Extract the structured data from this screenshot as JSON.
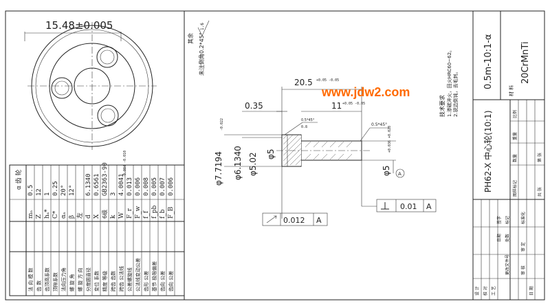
{
  "left_view": {
    "top_dimension": "15.48±0.005"
  },
  "params_table": {
    "title": "α 齿 轮",
    "rows": [
      {
        "name": "法 向 模 数",
        "symbol": "mₙ",
        "value": "0.5"
      },
      {
        "name": "齿 数",
        "symbol": "Z",
        "value": "12"
      },
      {
        "name": "齿顶高系数",
        "symbol": "hₐ*",
        "value": "1"
      },
      {
        "name": "顶隙系数",
        "symbol": "C*",
        "value": "0.25"
      },
      {
        "name": "法向压力角",
        "symbol": "αₙ",
        "value": "20°"
      },
      {
        "name": "螺 旋 角",
        "symbol": "β",
        "value": "12°"
      },
      {
        "name": "螺 旋 方 向",
        "symbol": "左",
        "value": ""
      },
      {
        "name": "分度圆直径",
        "symbol": "d",
        "value": "6.1340"
      },
      {
        "name": "变位 系数",
        "symbol": "X",
        "value": "0.6561"
      },
      {
        "name": "精度 等级",
        "symbol": "6级",
        "value": "GB2363-90"
      },
      {
        "name": "跨齿 齿数",
        "symbol": "k",
        "value": "3"
      },
      {
        "name": "跨齿 公法线",
        "symbol": "W",
        "value": "4.0041"
      },
      {
        "name": "公差螺旋线",
        "symbol": "F_r",
        "value": "0.013"
      },
      {
        "name": "公法线变动公差",
        "symbol": "F_w",
        "value": "0.006"
      },
      {
        "name": "齿形 公差",
        "symbol": "f_f",
        "value": "0.008"
      },
      {
        "name": "基节 极限偏差",
        "symbol": "f_pb",
        "value": "0.005"
      },
      {
        "name": "齿向 公差",
        "symbol": "f_b",
        "value": "0.007"
      },
      {
        "name": "齿向 公差",
        "symbol": "F_B",
        "value": "0.006"
      }
    ],
    "w_tolerance": "-0.004 -0.010"
  },
  "drawing": {
    "roughness_note": "其余",
    "roughness_value": "1.6",
    "chamfer_note": "未注倒角0.2*45°",
    "dim_length": "20.5",
    "dim_length_tol": "+0.05 -0.05",
    "dim_offset": "0.35",
    "dim_inner_length": "11",
    "dim_inner_tol": "+0.05 -0.05",
    "chamfer_small": "0.5*45°",
    "chamfer_small_sub": "0.8",
    "chamfer_right": "0.5*45°",
    "dia_outer": "φ7.7194",
    "dia_outer_tol": "-0.022",
    "dia_pitch": "φ6.1340",
    "dia_hub": "φ5.02",
    "dia_bore": "φ5",
    "dia_shaft": "φ5",
    "dia_shaft_tol": "+0.036 +0.028",
    "datum": "A",
    "perp_tol": "0.01",
    "perp_datum": "A",
    "runout_tol": "0.012",
    "runout_datum": "A"
  },
  "tech_req": {
    "title": "技术要求",
    "items": [
      "1.渗碳淬火，回火HRC60~62。",
      "2.锐边倒钝，去毛刺。"
    ]
  },
  "watermark": "www.jdw2.com",
  "title_block": {
    "drawing_no": "0.5m-10:1-α",
    "material": "20CrMnTi",
    "material_label": "材 料",
    "part_name": "PH62-X 中心轮(10:1)",
    "small_headers": [
      "图样标记",
      "数量",
      "重量",
      "比例"
    ],
    "rows_right": [
      "共 张",
      "第 张"
    ],
    "bottom_labels": [
      "标记",
      "处数",
      "更改文件号",
      "签字",
      "日期"
    ],
    "sign_labels": [
      "设 计",
      "标准化",
      "校 对",
      "审 定",
      "审 核",
      "工 艺",
      "日 期"
    ]
  }
}
